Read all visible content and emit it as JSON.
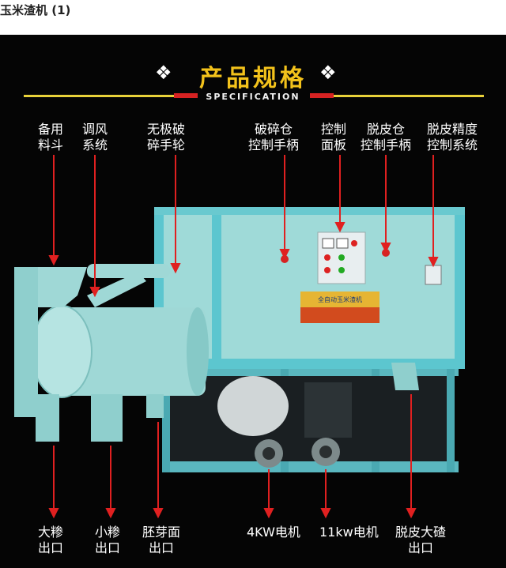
{
  "page_title": "玉米渣机 (1)",
  "poster": {
    "heading": "产品规格",
    "subtitle": "SPECIFICATION",
    "ornament": "❖",
    "panel_text": "全自动玉米渣机",
    "top_labels": [
      {
        "line1": "备用",
        "line2": "料斗"
      },
      {
        "line1": "调风",
        "line2": "系统"
      },
      {
        "line1": "无极破",
        "line2": "碎手轮"
      },
      {
        "line1": "破碎仓",
        "line2": "控制手柄"
      },
      {
        "line1": "控制",
        "line2": "面板"
      },
      {
        "line1": "脱皮仓",
        "line2": "控制手柄"
      },
      {
        "line1": "脱皮精度",
        "line2": "控制系统"
      }
    ],
    "bottom_labels": [
      {
        "line1": "大糁",
        "line2": "出口"
      },
      {
        "line1": "小糁",
        "line2": "出口"
      },
      {
        "line1": "胚芽面",
        "line2": "出口"
      },
      {
        "line1": "4KW电机",
        "line2": ""
      },
      {
        "line1": "11kw电机",
        "line2": ""
      },
      {
        "line1": "脱皮大碴",
        "line2": "出口"
      }
    ],
    "colors": {
      "background": "#050505",
      "heading": "#f3c21b",
      "machine": "#8fd1cf",
      "machine_frame": "#5cc6cf",
      "arrow": "#e02020"
    }
  }
}
